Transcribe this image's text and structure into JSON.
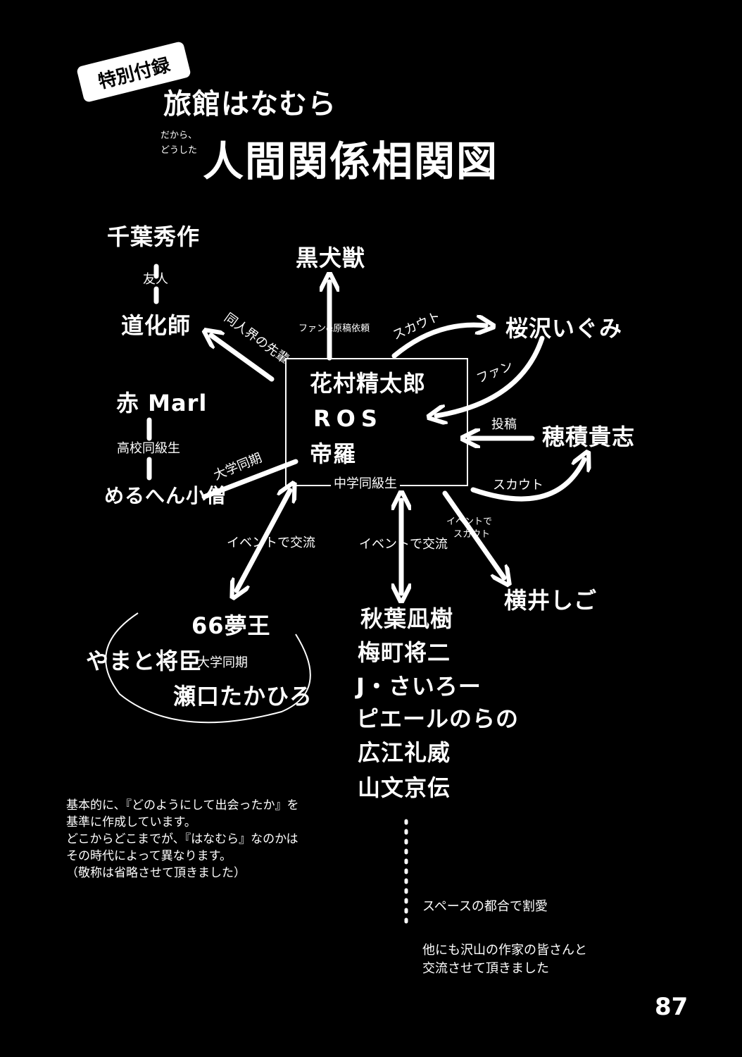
{
  "header": {
    "badge": "特別付録",
    "title": "旅館はなむら",
    "prefix_line1": "だから、",
    "prefix_line2": "どうした",
    "main_title": "人間関係相関図"
  },
  "center": {
    "members": [
      "花村精太郎",
      "ROS",
      "帝羅"
    ],
    "bottom_label": "中学同級生"
  },
  "nodes": {
    "chiba": "千葉秀作",
    "douke": "道化師",
    "aka": "赤 Marl",
    "meru": "めるへん小僧",
    "kuro": "黒犬獣",
    "sakura": "桜沢いぐみ",
    "hozumi": "穂積貴志",
    "yokoi": "横井しご",
    "ring": [
      "66夢王",
      "やまと将臣",
      "瀬口たかひろ"
    ],
    "list": [
      "秋葉凪樹",
      "梅町将二",
      "J・さいろー",
      "ピエールのらの",
      "広江礼威",
      "山文京伝"
    ]
  },
  "edges": {
    "yuujin": "友人",
    "koukou": "高校同級生",
    "daigaku1": "大学同期",
    "senpai": "同人界の先輩",
    "fan_irai": "ファン&原稿依頼",
    "scout1": "スカウト",
    "fan": "ファン",
    "toukou": "投稿",
    "scout2": "スカウト",
    "event_scout_1": "イベントで",
    "event_scout_2": "スカウト",
    "event1": "イベントで交流",
    "event2": "イベントで交流",
    "daigaku2": "大学同期"
  },
  "notes": {
    "left": [
      "基本的に、『どのようにして出会ったか』を",
      "基準に作成しています。",
      "どこからどこまでが、『はなむら』なのかは",
      "その時代によって異なります。",
      "（敬称は省略させて頂きました）"
    ],
    "right_1": "スペースの都合で割愛",
    "right_2": "他にも沢山の作家の皆さんと",
    "right_3": "交流させて頂きました"
  },
  "page_number": "87",
  "colors": {
    "background": "#000000",
    "foreground": "#ffffff"
  }
}
